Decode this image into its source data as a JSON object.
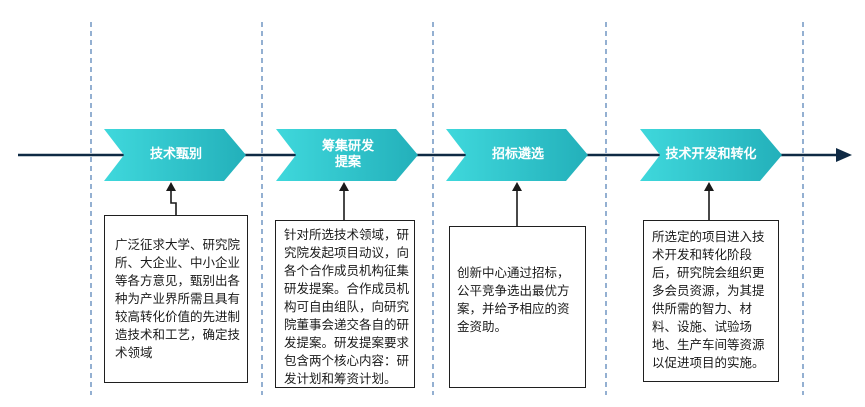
{
  "colors": {
    "timeline": "#0f2a44",
    "dashed": "#7a9cc6",
    "chevron_light": "#33d1d6",
    "chevron_mid": "#23b3bd",
    "connector": "#1a1a1a",
    "box_border": "#1f1f1f"
  },
  "stages": [
    {
      "label": "技术甄别",
      "description": "广泛征求大学、研究院\n所、大企业、中小企业\n等各方意见，甄别出各\n种为产业界所需且具有\n较高转化价值的先进制\n造技术和工艺，确定技\n术领域"
    },
    {
      "label": "筹集研发\n提案",
      "description": "针对所选技术领域，研\n究院发起项目动议，向\n各个合作成员机构征集\n研发提案。合作成员机\n构可自由组队，向研究\n院董事会递交各自的研\n发提案。研发提案要求\n包含两个核心内容：研\n发计划和筹资计划。"
    },
    {
      "label": "招标遴选",
      "description": "创新中心通过招标，\n公平竞争选出最优方\n案，并给予相应的资\n金资助。"
    },
    {
      "label": "技术开发和转化",
      "description": "所选定的项目进入技\n术开发和转化阶段\n后，研究院会组织更\n多会员资源，为其提\n供所需的智力、材\n料、设施、试验场\n地、生产车间等资源\n以促进项目的实施。"
    }
  ]
}
